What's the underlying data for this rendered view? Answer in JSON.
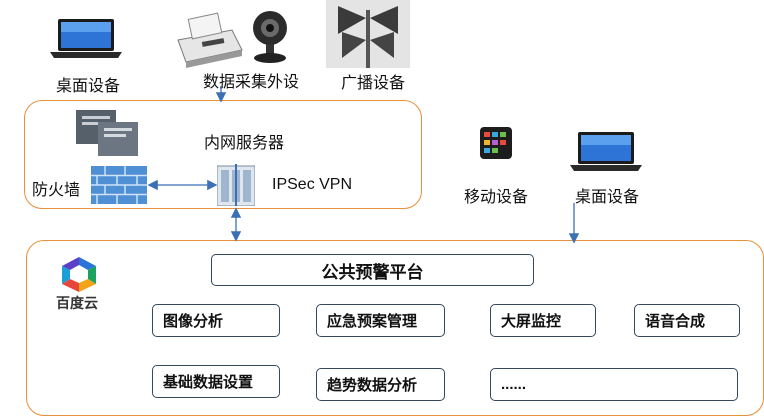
{
  "devices": {
    "desktop_top_label": "桌面设备",
    "data_collection_label": "数据采集外设",
    "broadcast_label": "广播设备",
    "mobile_label": "移动设备",
    "desktop_right_label": "桌面设备"
  },
  "intranet": {
    "server_label": "内网服务器",
    "firewall_label": "防火墙",
    "vpn_label": "IPSec VPN"
  },
  "platform": {
    "title": "公共预警平台",
    "logo_text": "百度云",
    "modules": [
      "图像分析",
      "应急预案管理",
      "大屏监控",
      "语音合成",
      "基础数据设置",
      "趋势数据分析",
      "......"
    ]
  },
  "colors": {
    "container_border": "#e8903a",
    "connector": "#3b6fb6",
    "module_border": "#34495e"
  }
}
